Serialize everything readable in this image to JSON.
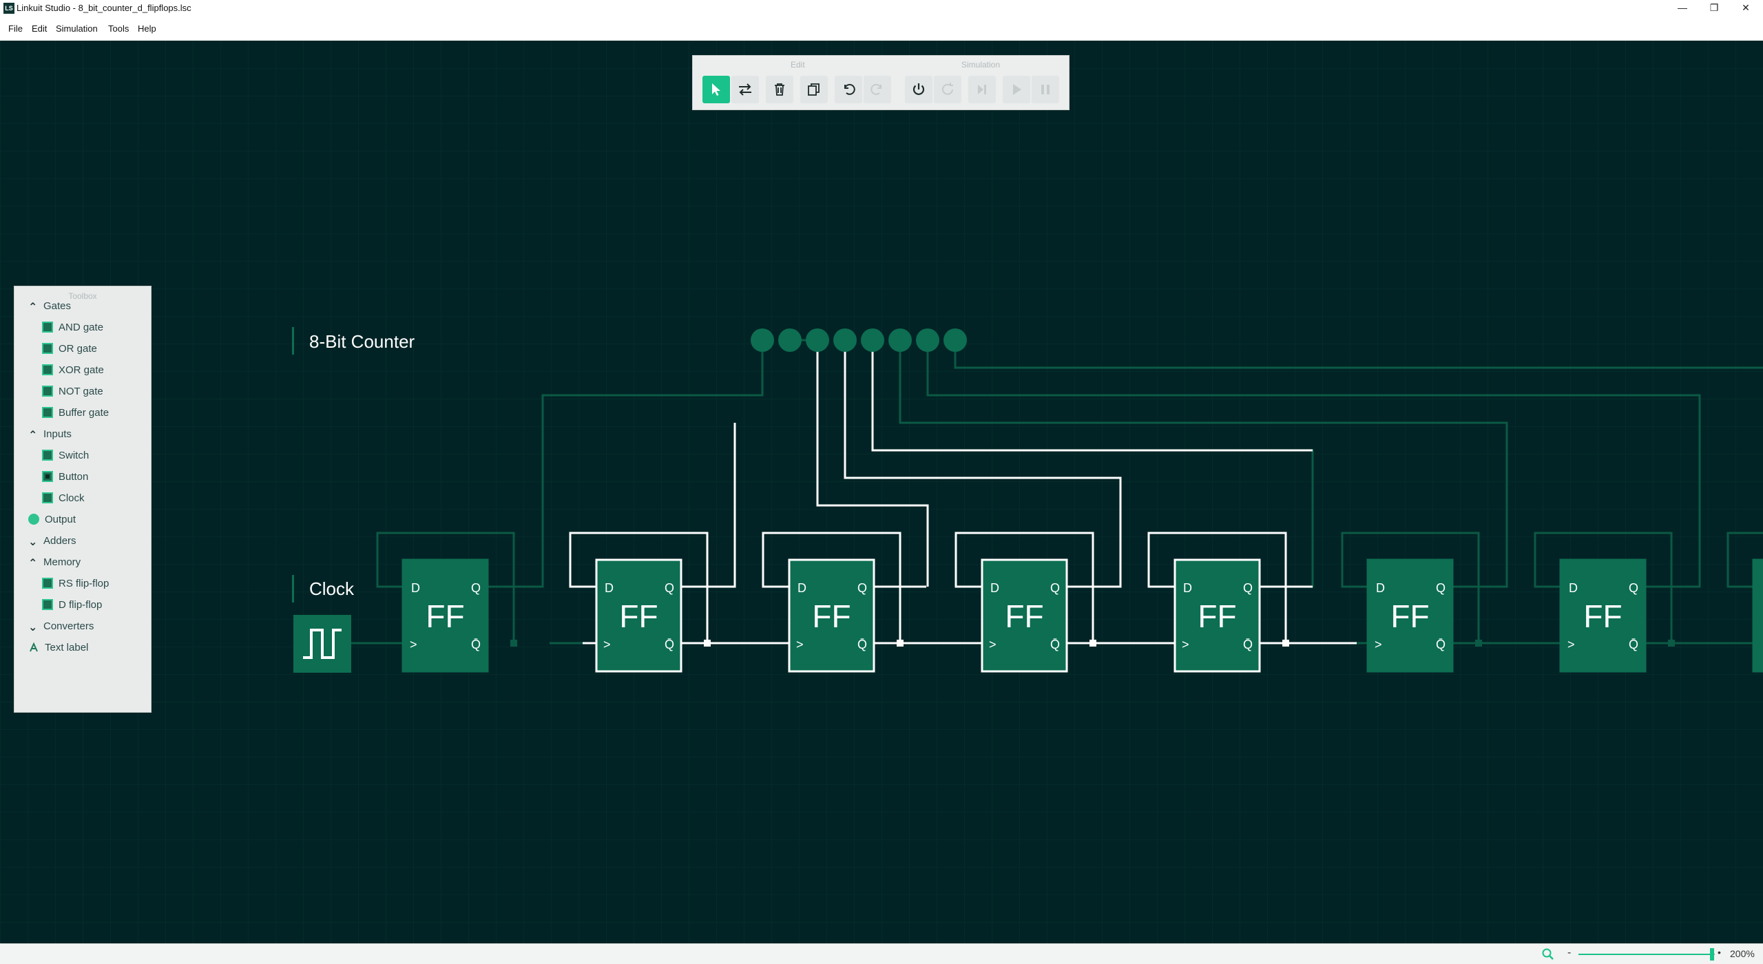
{
  "window": {
    "app_icon": "LS",
    "title": "Linkuit Studio - 8_bit_counter_d_flipflops.lsc",
    "controls": [
      "—",
      "❐",
      "✕"
    ]
  },
  "menu": [
    "File",
    "Edit",
    "Simulation",
    "Tools",
    "Help"
  ],
  "toolbar": {
    "edit_label": "Edit",
    "simulation_label": "Simulation",
    "buttons": [
      {
        "icon": "select-arrow-icon",
        "active": true,
        "enabled": true
      },
      {
        "icon": "connect-arrows-icon",
        "active": false,
        "enabled": true
      },
      {
        "icon": "trash-icon",
        "active": false,
        "enabled": true
      },
      {
        "icon": "copy-icon",
        "active": false,
        "enabled": true
      },
      {
        "icon": "undo-icon",
        "active": false,
        "enabled": true
      },
      {
        "icon": "redo-icon",
        "active": false,
        "enabled": false
      },
      {
        "icon": "power-icon",
        "active": false,
        "enabled": true
      },
      {
        "icon": "reset-icon",
        "active": false,
        "enabled": false
      },
      {
        "icon": "step-icon",
        "active": false,
        "enabled": false
      },
      {
        "icon": "play-icon",
        "active": false,
        "enabled": false
      },
      {
        "icon": "pause-icon",
        "active": false,
        "enabled": false
      }
    ]
  },
  "toolbox": {
    "title": "Toolbox",
    "items": [
      {
        "label": "Gates",
        "kind": "category",
        "state": "expanded"
      },
      {
        "label": "AND gate",
        "kind": "item",
        "icon": "square"
      },
      {
        "label": "OR gate",
        "kind": "item",
        "icon": "square"
      },
      {
        "label": "XOR gate",
        "kind": "item",
        "icon": "square"
      },
      {
        "label": "NOT gate",
        "kind": "item",
        "icon": "square"
      },
      {
        "label": "Buffer gate",
        "kind": "item",
        "icon": "square"
      },
      {
        "label": "Inputs",
        "kind": "category",
        "state": "expanded"
      },
      {
        "label": "Switch",
        "kind": "item",
        "icon": "square"
      },
      {
        "label": "Button",
        "kind": "item",
        "icon": "square-dot"
      },
      {
        "label": "Clock",
        "kind": "item",
        "icon": "square"
      },
      {
        "label": "Output",
        "kind": "toplevel",
        "icon": "circle"
      },
      {
        "label": "Adders",
        "kind": "category",
        "state": "collapsed"
      },
      {
        "label": "Memory",
        "kind": "category",
        "state": "expanded"
      },
      {
        "label": "RS flip-flop",
        "kind": "item",
        "icon": "square"
      },
      {
        "label": "D flip-flop",
        "kind": "item",
        "icon": "square"
      },
      {
        "label": "Converters",
        "kind": "category",
        "state": "collapsed"
      },
      {
        "label": "Text label",
        "kind": "toplevel",
        "icon": "text-label"
      }
    ]
  },
  "circuit": {
    "title_label": "8-Bit Counter",
    "clock_label": "Clock",
    "flipflop_text": "FF",
    "pin_d": "D",
    "pin_clk": ">",
    "pin_q": "Q",
    "pin_qbar": "Q̄",
    "output_count": 8,
    "selected_flipflops": 4
  },
  "statusbar": {
    "zoom_value": "200%",
    "zoom_level_fraction": 0.97
  }
}
